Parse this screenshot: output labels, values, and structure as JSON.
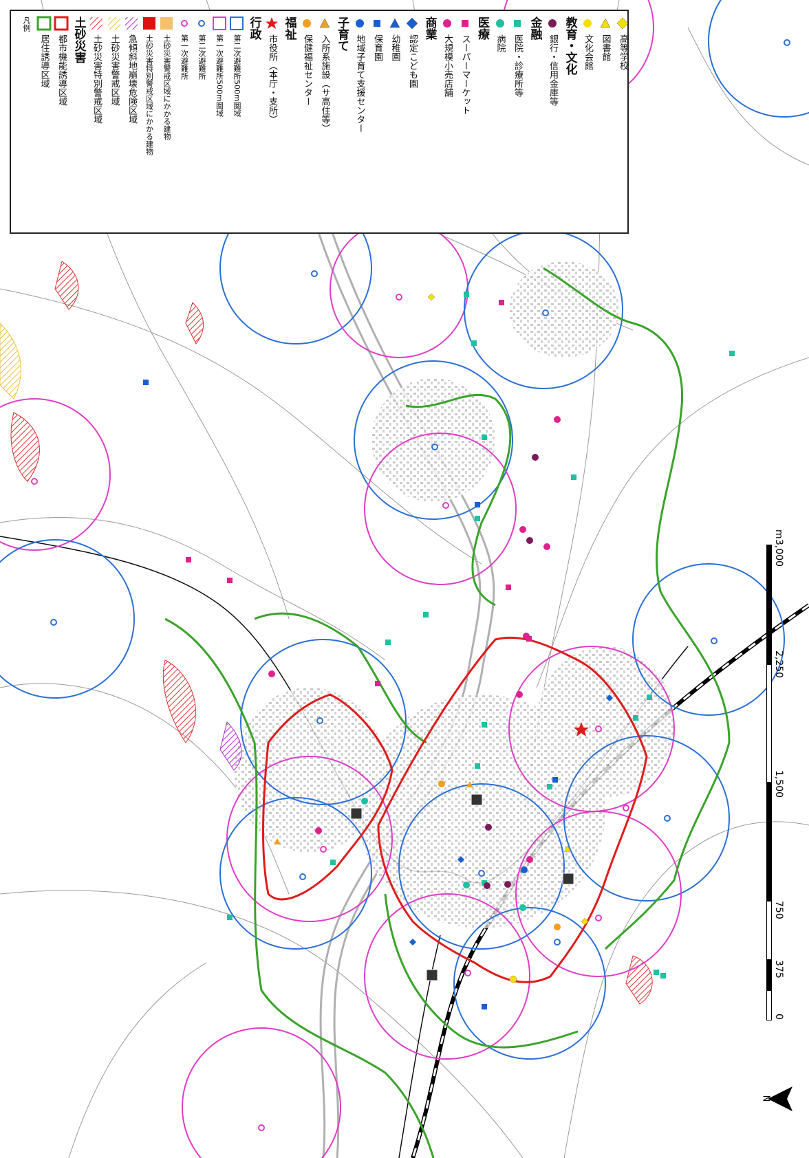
{
  "legend": {
    "title": "凡例",
    "items": [
      {
        "id": "housing",
        "label": "居住誘導区域",
        "kind": "green-rect"
      },
      {
        "id": "urban",
        "label": "都市機能誘導区域",
        "kind": "red-rect"
      },
      {
        "id": "sediment",
        "label": "土砂災害",
        "kind": "category"
      },
      {
        "id": "sp-warn",
        "label": "土砂災害特別警戒区域",
        "kind": "hatch-red"
      },
      {
        "id": "warn",
        "label": "土砂災害警戒区域",
        "kind": "hatch-yellow"
      },
      {
        "id": "steep",
        "label": "急傾斜地崩壊危険区域",
        "kind": "hatch-purple"
      },
      {
        "id": "sp-bldg",
        "label": "土砂災害特別警戒区域にかかる建物",
        "kind": "solid-red"
      },
      {
        "id": "warn-bldg",
        "label": "土砂災害警戒区域にかかる建物",
        "kind": "solid-orange"
      },
      {
        "id": "shelter1",
        "label": "第一次避難所",
        "kind": "pink-dot"
      },
      {
        "id": "shelter2",
        "label": "第二次避難所",
        "kind": "blue-dot"
      },
      {
        "id": "shelter1-500",
        "label": "第一次避難所500m圏域",
        "kind": "pink-rect"
      },
      {
        "id": "shelter2-500",
        "label": "第二次避難所500m圏域",
        "kind": "blue-rect"
      },
      {
        "id": "gov",
        "label": "行政",
        "kind": "category"
      },
      {
        "id": "cityhall",
        "label": "市役所（本庁・支所）",
        "kind": "star"
      },
      {
        "id": "welfare",
        "label": "福祉",
        "kind": "category"
      },
      {
        "id": "health",
        "label": "保健福祉センター",
        "kind": "orange-circle"
      },
      {
        "id": "nursing",
        "label": "入所系施設（サ高住等）",
        "kind": "orange-triangle"
      },
      {
        "id": "child",
        "label": "子育て",
        "kind": "category"
      },
      {
        "id": "support",
        "label": "地域子育て支援センター",
        "kind": "blue-circle"
      },
      {
        "id": "nursery",
        "label": "保育園",
        "kind": "blue-square"
      },
      {
        "id": "kinder",
        "label": "幼稚園",
        "kind": "blue-triangle"
      },
      {
        "id": "kodomo",
        "label": "認定こども園",
        "kind": "blue-diamond"
      },
      {
        "id": "commerce",
        "label": "商業",
        "kind": "category"
      },
      {
        "id": "large-store",
        "label": "大規模小売店舗",
        "kind": "magenta-circle"
      },
      {
        "id": "supermarket",
        "label": "スーパーマーケット",
        "kind": "magenta-square"
      },
      {
        "id": "medical",
        "label": "医療",
        "kind": "category"
      },
      {
        "id": "hospital",
        "label": "病院",
        "kind": "teal-circle"
      },
      {
        "id": "clinic",
        "label": "医院・診療所等",
        "kind": "teal-square"
      },
      {
        "id": "finance",
        "label": "金融",
        "kind": "category"
      },
      {
        "id": "bank",
        "label": "銀行・信用金庫等",
        "kind": "purple-circle"
      },
      {
        "id": "edu",
        "label": "教育・文化",
        "kind": "category"
      },
      {
        "id": "culture",
        "label": "文化会館",
        "kind": "yellow-circle"
      },
      {
        "id": "library",
        "label": "図書館",
        "kind": "yellow-triangle"
      },
      {
        "id": "highschool",
        "label": "高等学校",
        "kind": "yellow-diamond"
      }
    ]
  },
  "scale": {
    "unit": "m",
    "ticks": [
      "0",
      "375",
      "750",
      "1,500",
      "2,250",
      "3,000"
    ]
  },
  "north_label": "N",
  "colors": {
    "housing": "#3aa32a",
    "urban": "#e01b1b",
    "shelter1": "#e03cc8",
    "shelter2": "#2a6fd6",
    "welfare": "#f0a020",
    "child": "#1a5fd0",
    "commerce": "#e0208c",
    "medical": "#20c0a0",
    "finance": "#7a1a5a",
    "edu": "#f2e000",
    "road": "#8a8a8a"
  }
}
